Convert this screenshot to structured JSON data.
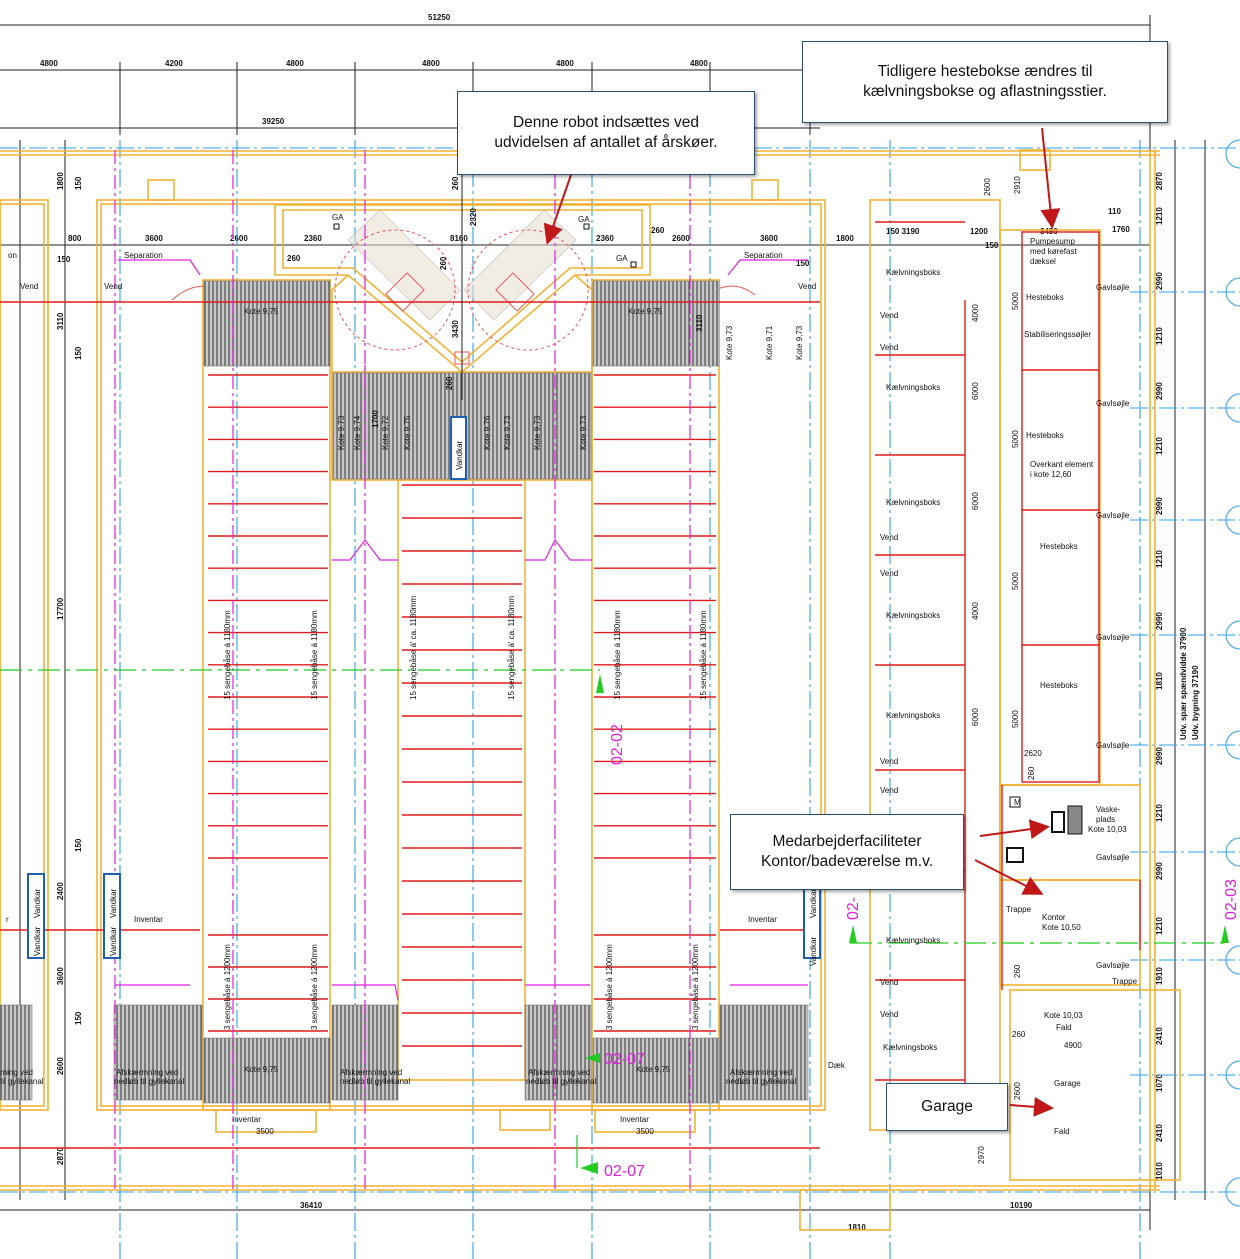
{
  "dims": {
    "total_width": "51250",
    "row": [
      "4800",
      "4200",
      "4800",
      "4800",
      "4800",
      "4800"
    ],
    "sub_width": "39250",
    "left_col": [
      "1800",
      "150",
      "3110",
      "150",
      "17700",
      "150",
      "2400",
      "3600",
      "150",
      "2600",
      "2870"
    ],
    "right_col": [
      "2870",
      "1210",
      "2990",
      "1210",
      "2990",
      "1210",
      "2990",
      "1210",
      "2990",
      "1810",
      "2990",
      "1210",
      "2990",
      "1210",
      "1910",
      "2410",
      "1070",
      "2410",
      "1010"
    ],
    "top_row": [
      "800",
      "3600",
      "2600",
      "2360",
      "8160",
      "2360",
      "2600",
      "3600",
      "1800",
      "150 3190",
      "1200",
      "3480",
      "110",
      "1760",
      "260",
      "260",
      "150",
      "150",
      "150"
    ],
    "mid_right": [
      "2600",
      "2910",
      "4000",
      "5000",
      "5000",
      "5000",
      "6000",
      "6000",
      "4000",
      "2620",
      "6000",
      "2600",
      "260",
      "5000",
      "260",
      "260",
      "2970"
    ],
    "bottom": [
      "36410",
      "10190",
      "1810",
      "3500",
      "3500"
    ],
    "center_vertical": [
      "260",
      "2320",
      "260",
      "3430",
      "260",
      "1700"
    ],
    "outer_right_1": "Udv. spær spændvidde 37900",
    "outer_right_2": "Udv. bygning 37190"
  },
  "plan_labels": {
    "ga": "GA",
    "separation": "Separation",
    "vend": "Vend",
    "kote_975": "Kote 9,75",
    "kote_973": "Kote 9,73",
    "kote_971": "Kote 9,71",
    "kote_974": "Kote 9,74",
    "kote_972": "Kote 9,72",
    "kote_976": "Kote 9,76",
    "vandkar": "Vandkar",
    "beds_1180": "15 sengebåse á 1180mm",
    "beds_1180b": "15 sengebåse á' ca. 1180mm",
    "beds_1200": "3 sengebåse á 1200mm",
    "inventar": "Inventar",
    "afskaerm": "Afskærmning ved",
    "afskaerm2": "nedløb til gyllekanal",
    "kote_975b": "Kote 9,75",
    "inventar_3500": "Inventar",
    "section_0202": "02-02",
    "section_0207": "02-07",
    "section_0203": "02-03",
    "section_02": "02-",
    "kaelvningsboks": "Kælvningsboks",
    "hesteboks": "Hesteboks",
    "pumpesump": "Pumpesump\nmed kørefast\ndæksel",
    "stab": "Stabiliseringssøjler",
    "overkant": "Overkant element\ni kote 12,60",
    "gavlsojle": "Gavlsøjle",
    "vaskeplads": "Vaske-\nplads\nKote 10,03",
    "kontor": "Kontor\nKote 10,50",
    "trappe": "Trappe",
    "kote_1003": "Kote 10,03",
    "fald": "Fald",
    "garage_label": "Garage",
    "fald2": "Fald",
    "daek": "Dæk",
    "on": "on",
    "r": "r",
    "ning_ved": "rning ved",
    "gyllekanal": "til gyllekanal",
    "wc": "M"
  },
  "callouts": {
    "robot": "Denne robot indsættes ved\nudvidelsen af antallet af årskøer.",
    "hestebokse": "Tidligere hestebokse ændres til\nkælvningsbokse og aflastningsstier.",
    "medarbejder": "Medarbejderfaciliteter\nKontor/badeværelse m.v.",
    "garage": "Garage"
  },
  "colors": {
    "wall": "#f2b233",
    "stall": "#e11b1b",
    "axis": "#2ea1e6",
    "magenta": "#e020e0",
    "green": "#22cc22",
    "callout_border": "#2f4f6f",
    "arrow": "#c01818",
    "grate": "#9a9a9a",
    "dim": "#222222"
  }
}
